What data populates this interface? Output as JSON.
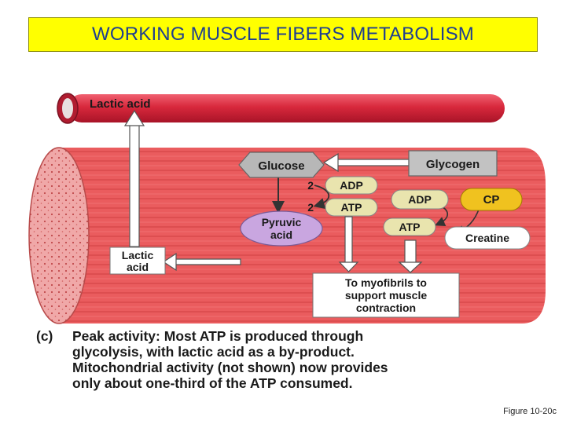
{
  "title": "WORKING MUSCLE FIBERS  METABOLISM",
  "diagram": {
    "blood_vessel_label": "Lactic acid",
    "glucose": "Glucose",
    "glycogen": "Glycogen",
    "adp_left": "ADP",
    "atp_left": "ATP",
    "adp_coef": "2",
    "atp_coef": "2",
    "pyruvic_line1": "Pyruvic",
    "pyruvic_line2": "acid",
    "lactic_line1": "Lactic",
    "lactic_line2": "acid",
    "adp_right": "ADP",
    "cp": "CP",
    "atp_right": "ATP",
    "creatine": "Creatine",
    "myofibrils_line1": "To myofibrils to",
    "myofibrils_line2": "support muscle",
    "myofibrils_line3": "contraction"
  },
  "caption": {
    "tag": "(c)",
    "heading": "Peak activity:",
    "line1_rest": " Most ATP is produced through",
    "line2": "glycolysis, with lactic acid as a by-product.",
    "line3": "Mitochondrial activity (not shown) now provides",
    "line4": "only about one-third of the ATP consumed."
  },
  "figure_label": "Figure 10-20c",
  "colors": {
    "muscle": "#e8585a",
    "vessel": "#cc2233",
    "glucose_box": "#b7b7b7",
    "pyruvic": "#c9a6e0",
    "adp_atp": "#e9e4ae",
    "cp": "#f0c21f"
  }
}
